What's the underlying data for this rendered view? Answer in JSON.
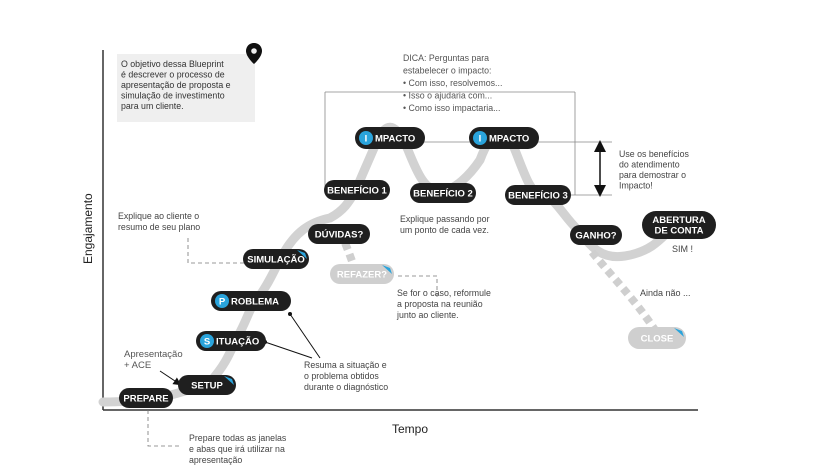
{
  "colors": {
    "pill": "#1f1f1f",
    "accent": "#2aa4dc",
    "track": "#d2d2d2",
    "ghost": "#cfcfcf",
    "text": "#444444"
  },
  "axes": {
    "y_label": "Engajamento",
    "x_label": "Tempo"
  },
  "objective_box": {
    "lines": [
      "O objetivo dessa Blueprint",
      "é descrever o processo de",
      "apresentação de proposta e",
      "simulação de investimento",
      "para um cliente."
    ],
    "icon": "map-pin-icon"
  },
  "tip": {
    "lines": [
      "DICA: Perguntas para",
      "estabelecer o impacto:",
      "• Com isso, resolvemos...",
      "• Isso o ajudaria com...",
      "• Como isso impactaria..."
    ]
  },
  "stages": {
    "prepare": "PREPARE",
    "setup": "SETUP",
    "situacao": {
      "letter": "S",
      "text": "ITUAÇÃO"
    },
    "problema": {
      "letter": "P",
      "text": "ROBLEMA"
    },
    "simulacao": "SIMULAÇÃO",
    "duvidas": "DÚVIDAS?",
    "refazer": "REFAZER?",
    "beneficio1": "BENEFÍCIO 1",
    "impacto1": {
      "letter": "I",
      "text": "MPACTO"
    },
    "beneficio2": "BENEFÍCIO 2",
    "impacto2": {
      "letter": "I",
      "text": "MPACTO"
    },
    "beneficio3": "BENEFÍCIO 3",
    "ganho": "GANHO?",
    "abertura": [
      "ABERTURA",
      "DE CONTA"
    ],
    "close": "CLOSE"
  },
  "notes": {
    "apresentacao": [
      "Apresentação",
      "+ ACE"
    ],
    "prepare_windows": [
      "Prepare todas as janelas",
      "e abas que irá utilizar na",
      "apresentação"
    ],
    "resuma": [
      "Resuma a situação e",
      "o problema obtidos",
      "durante o diagnóstico"
    ],
    "explique_cliente": [
      "Explique ao cliente o",
      "resumo de seu plano"
    ],
    "explique_passando": [
      "Explique passando por",
      "um ponto de cada vez."
    ],
    "reformule": [
      "Se for o caso, reformule",
      "a proposta na reunião",
      "junto ao cliente."
    ],
    "beneficios": [
      "Use os benefícios",
      "do atendimento",
      "para demostrar o",
      "Impacto!"
    ],
    "sim": "SIM !",
    "ainda_nao": "Ainda não ..."
  }
}
